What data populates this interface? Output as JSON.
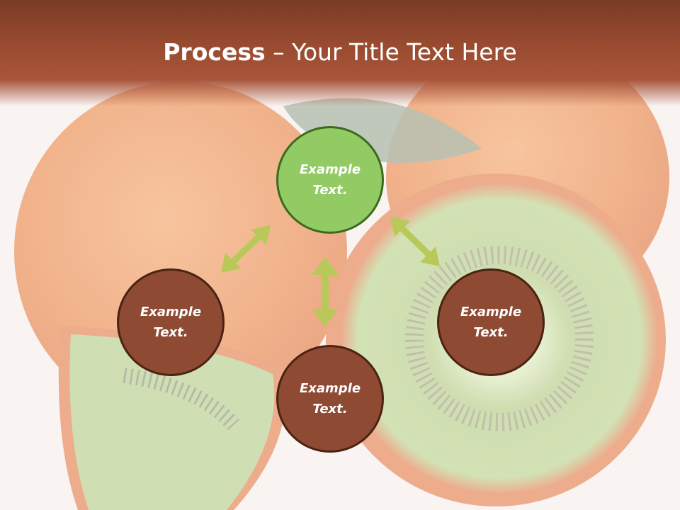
{
  "slide": {
    "title_bold": "Process",
    "title_rest": " – Your Title Text Here"
  },
  "nodes": {
    "top": {
      "line1": "Example",
      "line2": "Text."
    },
    "left": {
      "line1": "Example",
      "line2": "Text."
    },
    "right": {
      "line1": "Example",
      "line2": "Text."
    },
    "bottom": {
      "line1": "Example",
      "line2": "Text."
    }
  },
  "colors": {
    "header": "#9a4c30",
    "node_fill": "#8e4a33",
    "node_center_fill": "#92cb63",
    "arrow": "#b8c95a"
  }
}
